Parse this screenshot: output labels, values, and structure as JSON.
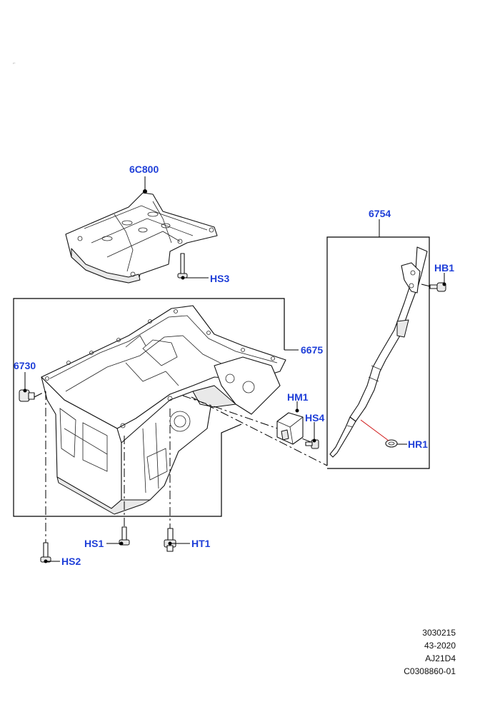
{
  "callouts": {
    "baffle": "6C800",
    "screw_hs3": "HS3",
    "dipstick": "6754",
    "bolt_hb1": "HB1",
    "oring_hr1": "HR1",
    "oil_pan": "6675",
    "drain_plug": "6730",
    "mount_hm1": "HM1",
    "screw_hs4": "HS4",
    "screw_hs1": "HS1",
    "screw_hs2": "HS2",
    "bolt_ht1": "HT1"
  },
  "reference": {
    "line1": "3030215",
    "line2": "43-2020",
    "line3": "AJ21D4",
    "line4": "C0308860-01"
  },
  "colors": {
    "callout": "#1f3fd8",
    "line": "#000000",
    "red_line": "#d01818"
  }
}
